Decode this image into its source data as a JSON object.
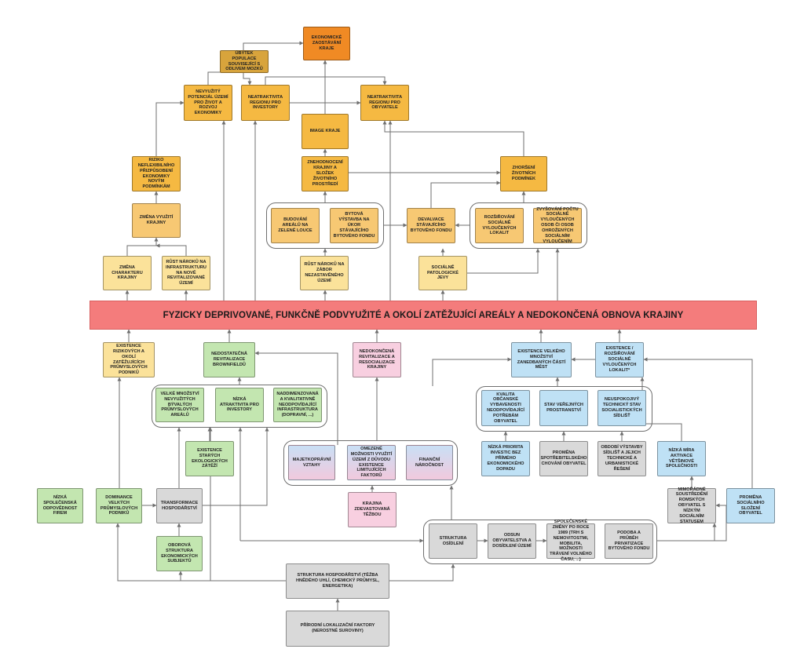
{
  "colors": {
    "dark_orange": "#f08a24",
    "orange": "#f5b942",
    "light_orange": "#f7c873",
    "yellow": "#fbe29a",
    "banner": "#f47c7c",
    "green": "#c3e6b0",
    "pink": "#f8cfe0",
    "lavender": "#dcd3f0",
    "blue": "#bfe1f5",
    "gray": "#d9d9d9",
    "line": "#6f6f6f"
  },
  "banner": "FYZICKY DEPRIVOVANÉ, FUNKČNĚ PODVYUŽITÉ A OKOLÍ ZATĚŽUJÍCÍ AREÁLY  A NEDOKONČENÁ OBNOVA KRAJINY",
  "nodes": {
    "ekonomicke_zaostavani": "EKONOMICKÉ ZAOSTÁVÁNÍ KRAJE",
    "ubytek_populace": "ÚBYTEK POPULACE SOUVISEJÍCÍ S ODLIVEM MOZKŮ",
    "nevyuzity_potencial": "NEVYUŽITÝ POTENCIÁL ÚZEMÍ PRO ŽIVOT A ROZVOJ EKONOMIKY",
    "neatraktivita_investory": "NEATRAKTIVITA REGIONU PRO INVESTORY",
    "neatraktivita_obyvatele": "NEATRAKTIVITA REGIONU PRO OBYVATELE",
    "image_kraje": "IMAGE KRAJE",
    "znehodnoceni": "ZNEHODNOCENÍ KRAJINY A SLOŽEK ŽIVOTNÍHO PROSTŘEDÍ",
    "zhorseni_zivotnich": "ZHORŠENÍ ŽIVOTNÍCH PODMÍNEK",
    "riziko_neflexibilniho": "RIZIKO NEFLEXIBILNÍHO PŘIZPŮSOBENÍ EKONOMIKY NOVÝM PODMÍNKÁM",
    "zmena_vyuziti": "ZMĚNA VYUŽITÍ KRAJINY",
    "zmena_charakteru": "ZMĚNA CHARAKTERU KRAJINY",
    "rust_naroku_infra": "RŮST NÁROKŮ NA INFRASTRUKTURU NA NOVĚ REVITALIZOVANÉ ÚZEMÍ",
    "budovani_arealu": "BUDOVÁNÍ AREÁLŮ NA ZELENÉ LOUCE",
    "bytova_vystavba": "BYTOVÁ VÝSTAVBA NA ÚKOR STÁVAJÍCÍHO BYTOVÉHO FONDU",
    "devalvace": "DEVALVACE STÁVAJÍCÍHO BYTOVÉHO FONDU",
    "rozsirovani_lokalit": "ROZŠIŘOVÁNÍ SOCIÁLNĚ VYLOUČENÝCH LOKALIT",
    "zvysovani_poctu": "ZVYŠOVÁNÍ POČTU SOCIÁLNĚ VYLOUČENÝCH OSOB ČI OSOB OHROŽENÝCH SOCIÁLNÍM VYLOUČENÍM",
    "rust_naroku_zabor": "RŮST NÁROKŮ NA ZÁBOR NEZASTAVĚNÉHO ÚZEMÍ",
    "socialne_patologicke": "SOCIÁLNĚ PATOLOGICKÉ JEVY",
    "existence_rizikovych": "EXISTENCE RIZIKOVÝCH A OKOLÍ ZATĚŽUJÍCÍCH PRŮMYSLOVÝCH PODNIKŮ",
    "nedostatecna_revitalizace": "NEDOSTATEČNÁ REVITALIZACE BROWNFIELDŮ",
    "nedokoncena_revitalizace": "NEDOKONČENÁ REVITALIZACE A RESOCIALIZACE KRAJINY",
    "existence_velkeho_mnozstvi": "EXISTENCE VELKÉHO MNOŽSTVÍ ZANEDBANÝCH ČÁSTÍ MĚST",
    "existence_rozsirovani": "EXISTENCE / ROZŠIŘOVÁNÍ SOCIÁLNĚ VYLOUČENÝCH LOKALIT*",
    "velke_mnozstvi": "VELKÉ MNOŽSTVÍ NEVYUŽITÝCH BÝVALÝCH PRŮMYSLOVÝCH AREÁLŮ",
    "nizka_atraktivita": "NÍZKÁ ATRAKTIVITA PRO INVESTORY",
    "naddimenzovana": "NADDIMENZOVANÁ A KVALITATIVNĚ NEODPOVÍDAJÍCÍ INFRASTRUKTURA (DOPRAVNÍ, ...)",
    "kvalita_vybavenosti": "KVALITA OBČANSKÉ VYBAVENOSTI NEODPOVÍDAJÍCÍ POTŘEBÁM OBYVATEL",
    "stav_prostranstvi": "STAV VEŘEJNÝCH PROSTRANSTVÍ",
    "neuspokojivy_stav": "NEUSPOKOJIVÝ TECHNICKÝ STAV SOCIALISTICKÝCH SÍDLIŠŤ",
    "existence_starych": "EXISTENCE STARÝCH EKOLOGICKÝCH ZÁTĚŽÍ",
    "majetkopravni": "MAJETKOPRÁVNÍ VZTAHY",
    "omezene_moznosti": "OMEZENÉ MOŽNOSTI VYUŽITÍ ÚZEMÍ Z DŮVODU EXISTENCE LIMITUJÍCÍCH FAKTORŮ",
    "financni_narocnost": "FINANČNÍ NÁROČNOST",
    "nizka_priorita": "NÍZKÁ PRIORITA INVESTIC BEZ PŘÍMÉHO EKONOMICKÉHO DOPADU",
    "promena_chovani": "PROMĚNA SPOTŘEBITELSKÉHO CHOVÁNÍ OBYVATEL",
    "obdobi_vystavby": "OBDOBÍ VÝSTAVBY SÍDLIŠŤ A JEJICH TECHNICKÉ A URBANISTICKÉ ŘEŠENÍ",
    "nizka_mira": "NÍZKÁ MÍRA AKTIVACE VĚTŠINOVÉ SPOLEČNOSTI",
    "nizka_spolecenska": "NÍZKÁ SPOLEČENSKÁ ODPOVĚDNOST FIREM",
    "dominance": "DOMINANCE VELKÝCH PRŮMYSLOVÝCH PODNIKŮ",
    "transformace": "TRANSFORMACE HOSPODÁŘSTVÍ",
    "mimoradne": "MIMOŘÁDNÉ SOUSTŘEDĚNÍ ROMSKÝCH OBYVATEL S NÍZKÝM SOCIÁLNÍM STATUSEM",
    "promena_slozeni": "PROMĚNA SOCIÁLNÍHO SLOŽENÍ OBYVATEL",
    "krajina_zdevastovana": "KRAJINA ZDEVASTOVANÁ TĚŽBOU",
    "oborova_struktura": "OBOROVÁ STRUKTURA EKONOMICKÝCH SUBJEKTŮ",
    "struktura_osidleni": "STRUKTURA OSÍDLENÍ",
    "odsun": "ODSUN OBYVATELSTVA A DOSÍDLENÍ ÚZEMÍ",
    "spolecenske_zmeny": "SPOLEČENSKÉ ZMĚNY PO ROCE 1989 (TRH S NEMOVITOSTMI, MOBILITA, MOŽNOSTI TRÁVENÍ VOLNÉHO ČASU, ...)",
    "podoba_privatizace": "PODOBA A PRŮBĚH PRIVATIZACE BYTOVÉHO FONDU",
    "struktura_hospodarstvi": "STRUKTURA HOSPODÁŘSTVÍ (TĚŽBA HNĚDÉHO UHLÍ, CHEMICKÝ PRŮMYSL, ENERGETIKA)",
    "prirodni_faktory": "PŘÍRODNÍ LOKALIZAČNÍ FAKTORY (NEROSTNÉ SUROVINY)"
  }
}
